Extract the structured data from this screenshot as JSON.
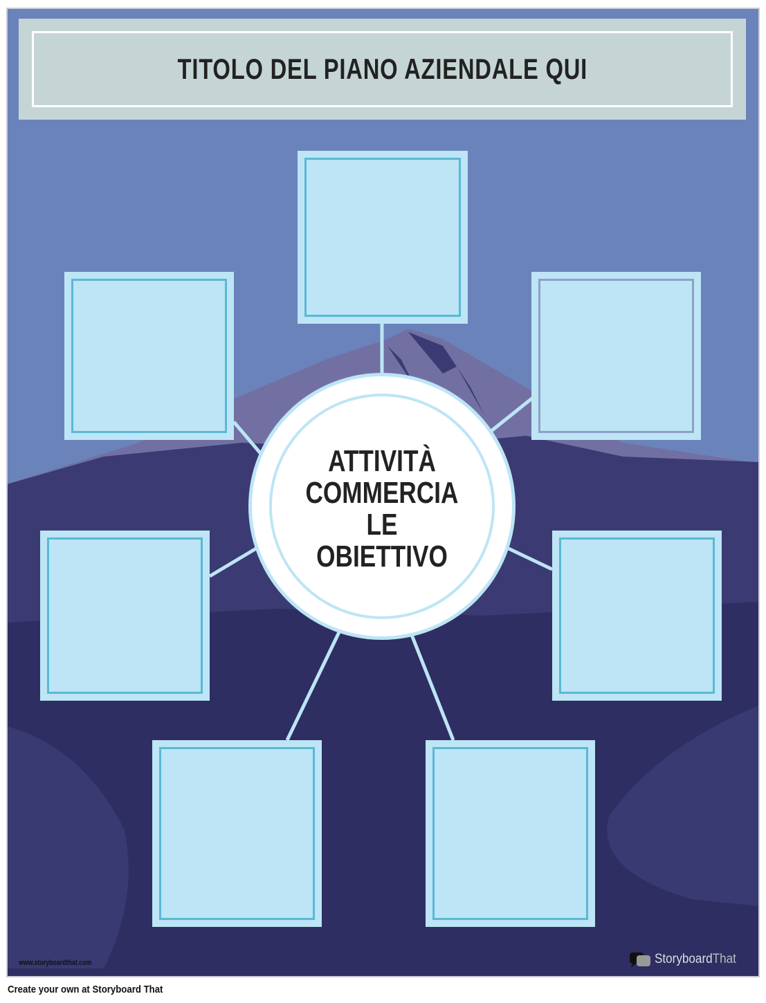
{
  "title": "TITOLO DEL PIANO AZIENDALE QUI",
  "center": {
    "lines": [
      "ATTIVITÀ",
      "COMMERCIA",
      "LE",
      "OBIETTIVO"
    ]
  },
  "watermark_url": "www.storyboardthat.com",
  "logo": {
    "part1": "Storyboard",
    "part2": "That"
  },
  "footer": "Create your own at Storyboard That",
  "colors": {
    "sky": "#6b83bb",
    "mountain": "#7270a3",
    "ground": "#3b3a73",
    "ground_dark": "#2e2e62",
    "box": "#bde5f5",
    "box_border": "#5bb8d4"
  }
}
